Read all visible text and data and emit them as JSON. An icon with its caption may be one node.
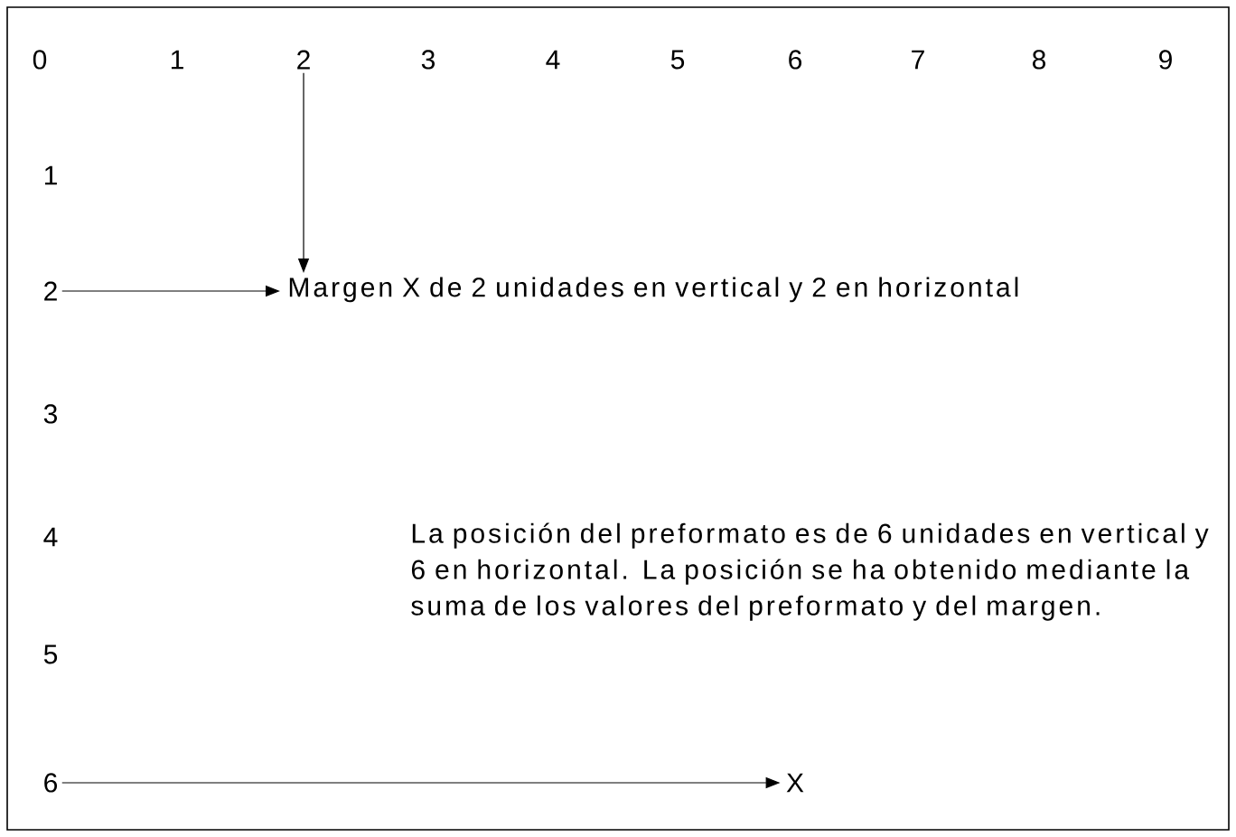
{
  "diagram": {
    "nodes": [
      {
        "text": [
          "2"
        ]
      },
      {
        "text": [
          "2"
        ]
      },
      {
        "text": [
          "Margen X de 2 unidades en vertical y 2 en horizontal"
        ]
      },
      {
        "text": [
          "6"
        ]
      },
      {
        "text": [
          "X"
        ]
      }
    ],
    "edges": [
      {
        "from": 0,
        "to": 2,
        "arrow": "to"
      },
      {
        "from": 1,
        "to": 2,
        "arrow": "to"
      },
      {
        "from": 3,
        "to": 4,
        "arrow": "to"
      }
    ],
    "labels": [
      "0",
      "1",
      "3",
      "4",
      "5",
      "6",
      "7",
      "8",
      "9",
      "1",
      "3",
      "4",
      "La posición del preformato es de 6 unidades en vertical y 6 en horizontal. La posición se ha obtenido mediante la suma de los valores del preformato y del margen.",
      "5"
    ]
  }
}
